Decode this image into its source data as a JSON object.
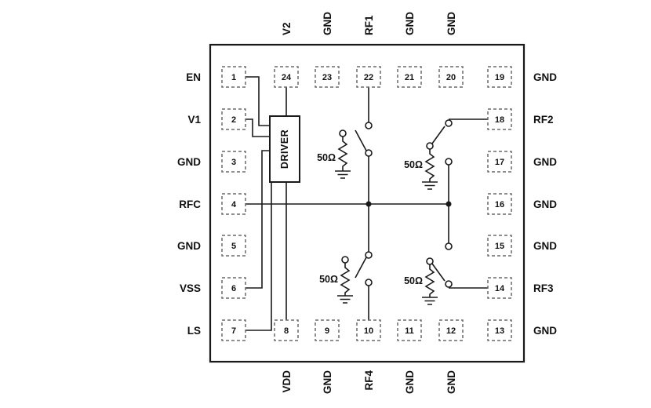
{
  "diagram": {
    "driver_label": "DRIVER",
    "terminations": {
      "rf1": "50Ω",
      "rf2": "50Ω",
      "rf3": "50Ω",
      "rf4": "50Ω"
    },
    "pins": {
      "left": [
        {
          "num": "1",
          "label": "EN"
        },
        {
          "num": "2",
          "label": "V1"
        },
        {
          "num": "3",
          "label": "GND"
        },
        {
          "num": "4",
          "label": "RFC"
        },
        {
          "num": "5",
          "label": "GND"
        },
        {
          "num": "6",
          "label": "VSS"
        },
        {
          "num": "7",
          "label": "LS"
        }
      ],
      "top": [
        {
          "num": "24",
          "label": "V2"
        },
        {
          "num": "23",
          "label": "GND"
        },
        {
          "num": "22",
          "label": "RF1"
        },
        {
          "num": "21",
          "label": "GND"
        },
        {
          "num": "20",
          "label": "GND"
        }
      ],
      "right": [
        {
          "num": "19",
          "label": "GND"
        },
        {
          "num": "18",
          "label": "RF2"
        },
        {
          "num": "17",
          "label": "GND"
        },
        {
          "num": "16",
          "label": "GND"
        },
        {
          "num": "15",
          "label": "GND"
        },
        {
          "num": "14",
          "label": "RF3"
        },
        {
          "num": "13",
          "label": "GND"
        }
      ],
      "bottom": [
        {
          "num": "8",
          "label": "VDD"
        },
        {
          "num": "9",
          "label": "GND"
        },
        {
          "num": "10",
          "label": "RF4"
        },
        {
          "num": "11",
          "label": "GND"
        },
        {
          "num": "12",
          "label": "GND"
        }
      ]
    },
    "colors": {
      "line": "#1a1a1a",
      "pin_dash": "#6a6a6a",
      "background": "#ffffff"
    }
  }
}
